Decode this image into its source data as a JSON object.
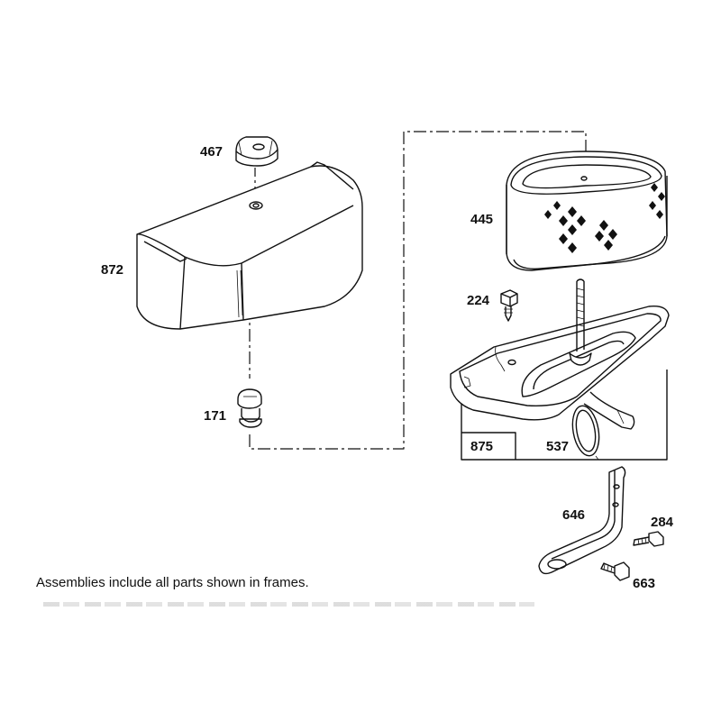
{
  "parts": {
    "p467": "467",
    "p872": "872",
    "p171": "171",
    "p445": "445",
    "p224": "224",
    "p875": "875",
    "p537": "537",
    "p646": "646",
    "p284": "284",
    "p663": "663"
  },
  "caption": "Assemblies include all parts shown in frames.",
  "colors": {
    "line": "#111111",
    "background": "#ffffff"
  }
}
